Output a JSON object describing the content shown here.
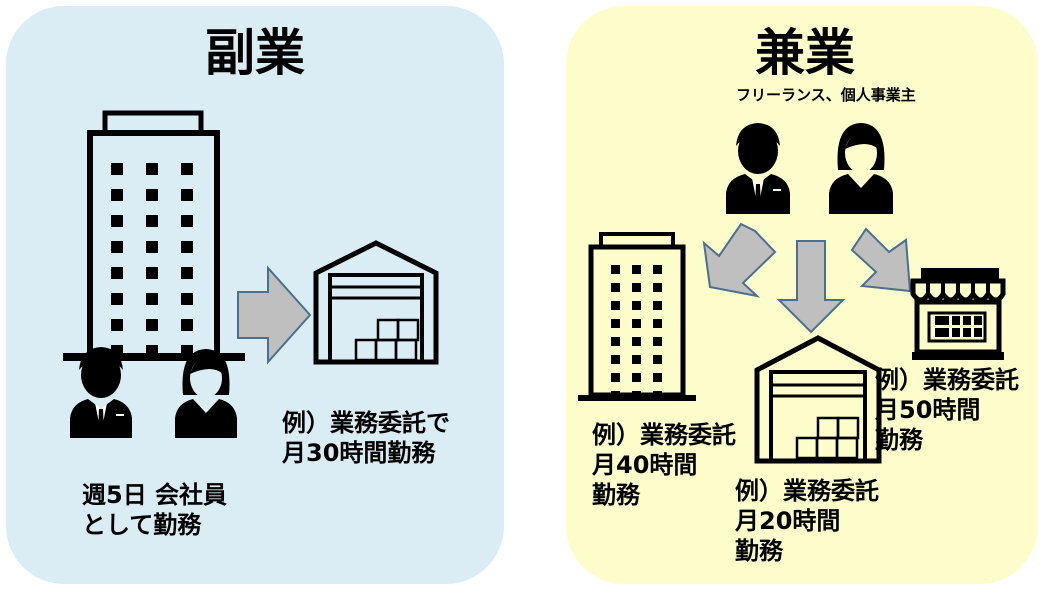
{
  "left": {
    "title": "副業",
    "caption_employee": "週5日 会社員\nとして勤務",
    "caption_warehouse": "例）業務委託で\n月30時間勤務",
    "colors": {
      "background": "#daedf4",
      "arrow": "#bfbfbf",
      "arrow_stroke": "#4a6f8f"
    },
    "icons": [
      "office-building-icon",
      "businessman-icon",
      "businesswoman-icon",
      "right-arrow-icon",
      "warehouse-icon"
    ]
  },
  "right": {
    "title": "兼業",
    "subtitle": "フリーランス、個人事業主",
    "caption_building": "例）業務委託\n月40時間\n勤務",
    "caption_warehouse": "例）業務委託\n月20時間\n勤務",
    "caption_shop": "例）業務委託\n月50時間\n勤務",
    "colors": {
      "background": "#fdfdcb",
      "arrow": "#bfbfbf",
      "arrow_stroke": "#4a6f8f"
    },
    "icons": [
      "businessman-icon",
      "businesswoman-icon",
      "office-building-icon",
      "warehouse-icon",
      "shop-icon",
      "down-left-arrow-icon",
      "down-arrow-icon",
      "down-right-arrow-icon"
    ]
  }
}
